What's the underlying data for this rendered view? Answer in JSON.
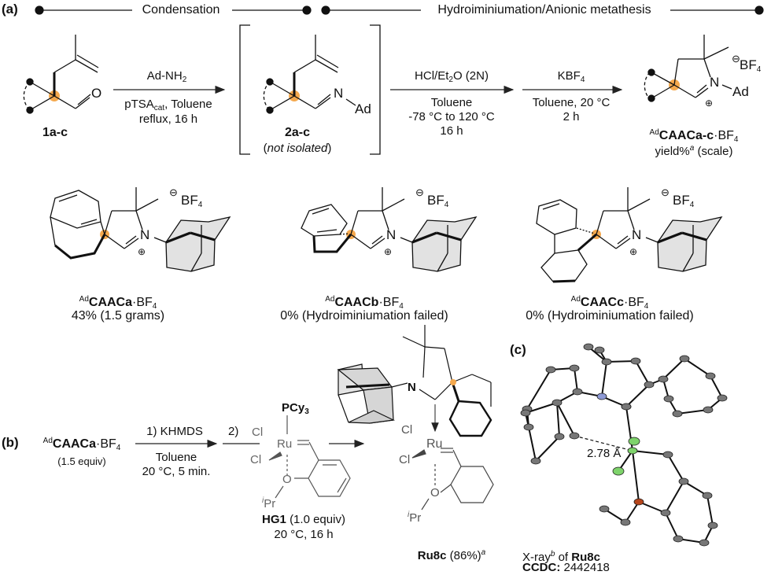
{
  "panels": {
    "a": "(a)",
    "b": "(b)",
    "c": "(c)"
  },
  "stages": {
    "condensation": "Condensation",
    "hydro": "Hydroiminiumation/Anionic metathesis"
  },
  "scheme_a": {
    "compound1": "1a-c",
    "step1": {
      "above": "Ad-NH",
      "above_sub": "2",
      "below1_pre": "pTSA",
      "below1_sub": "cat",
      "below1_post": ", Toluene",
      "below2": "reflux, 16 h"
    },
    "compound2": "2a-c",
    "compound2_note": "not isolated",
    "step2": {
      "above_pre": "HCl/Et",
      "above_sub": "2",
      "above_post": "O (2N)",
      "below1": "Toluene",
      "below2": "-78 °C to 120 °C",
      "below3": "16 h"
    },
    "step3": {
      "above_pre": "KBF",
      "above_sub": "4",
      "below1": "Toluene, 20 °C",
      "below2": "2 h"
    },
    "product": {
      "sup": "Ad",
      "name": "CAACa-c",
      "salt": "·BF",
      "salt_sub": "4",
      "note_pre": "yield%",
      "note_sup": "a",
      "note_post": " (scale)"
    },
    "atoms": {
      "O": "O",
      "N": "N",
      "Ad": "Ad",
      "BF": "BF",
      "BF_sub": "4",
      "minus": "−",
      "plus": "+"
    }
  },
  "products": [
    {
      "sup": "Ad",
      "name": "CAACa",
      "salt": "·BF",
      "salt_sub": "4",
      "result": "43% (1.5 grams)"
    },
    {
      "sup": "Ad",
      "name": "CAACb",
      "salt": "·BF",
      "salt_sub": "4",
      "result": "0%  (Hydroiminiumation failed)"
    },
    {
      "sup": "Ad",
      "name": "CAACc",
      "salt": "·BF",
      "salt_sub": "4",
      "result": "0% (Hydroiminiumation failed)"
    }
  ],
  "scheme_b": {
    "reagent": {
      "sup": "Ad",
      "name": "CAACa",
      "salt": "·BF",
      "salt_sub": "4",
      "equiv": "(1.5 equiv)"
    },
    "step1": {
      "above": "1) KHMDS",
      "below1": "Toluene",
      "below2": "20 °C, 5 min."
    },
    "step2": {
      "label": "2)"
    },
    "hg1": {
      "name": "HG1",
      "equiv": " (1.0 equiv)",
      "cond": "20 °C, 16 h",
      "pcy3": "PCy",
      "pcy3_sub": "3",
      "ru": "Ru",
      "cl": "Cl",
      "o": "O",
      "ipr_sup": "i",
      "ipr": "Pr"
    },
    "product": {
      "name": "Ru8c",
      "yield": " (86%)",
      "yield_sup": "a",
      "n": "N"
    }
  },
  "xray": {
    "prefix": "X-ray",
    "prefix_sup": "b",
    "of": " of ",
    "compound": "Ru8c",
    "ccdc_label": "CCDC:",
    "ccdc_value": " 2442418",
    "distance": "2.78 Å"
  },
  "colors": {
    "highlight": "#f5a94e",
    "chlorine": "#7ed36b",
    "oxygen": "#b5451b",
    "nitrogen": "#8e9ad6",
    "carbon": "#777777"
  }
}
